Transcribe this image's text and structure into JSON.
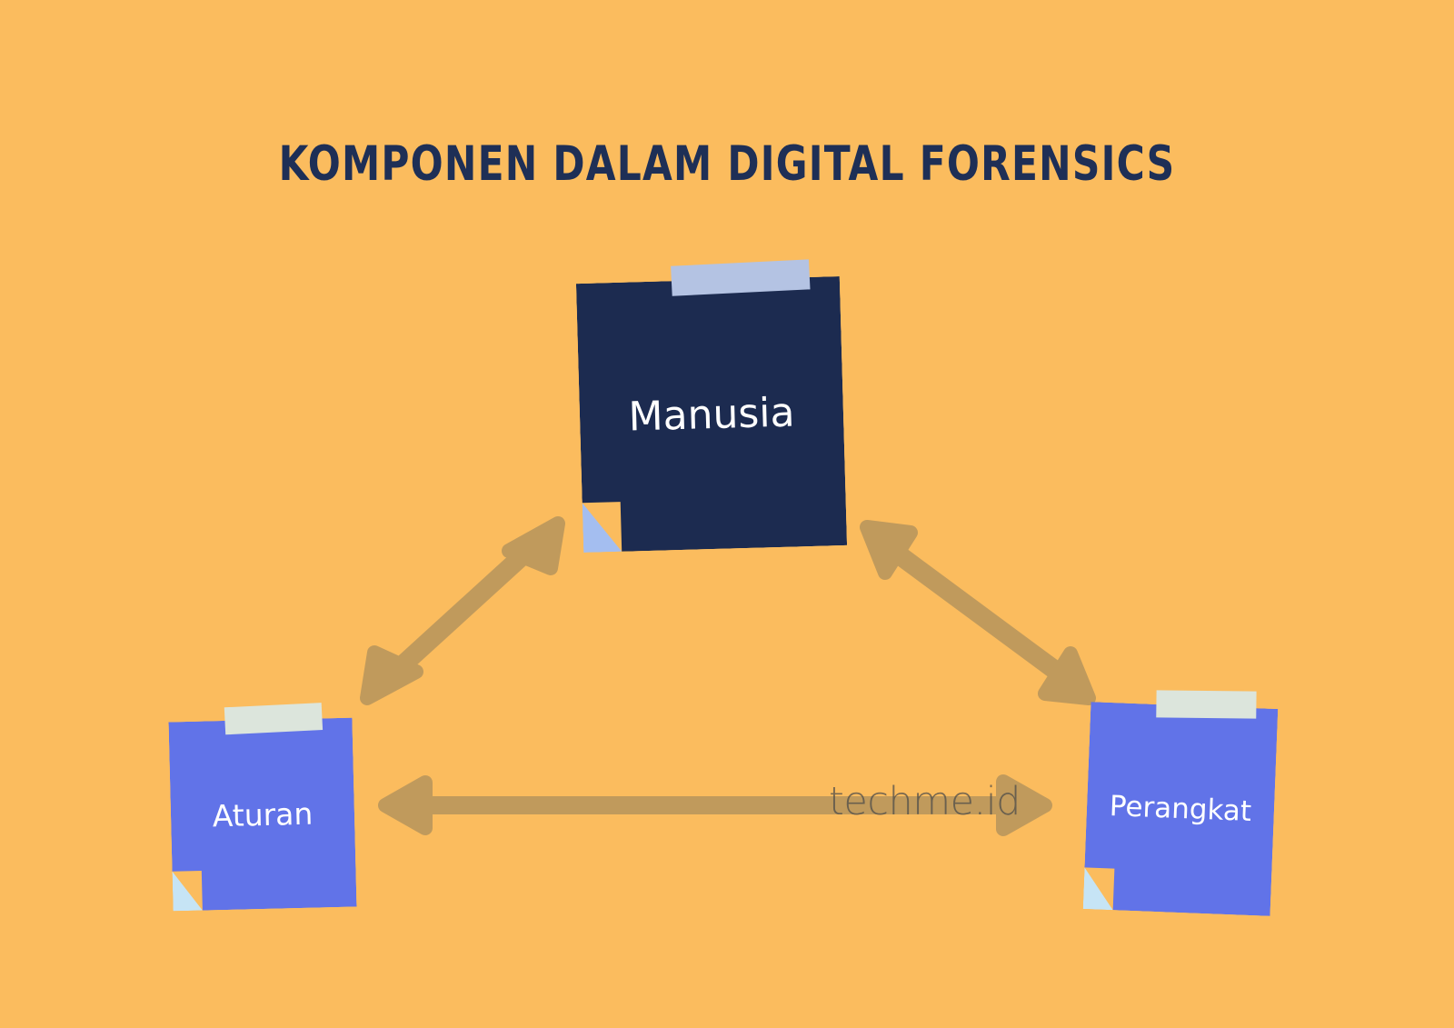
{
  "page": {
    "title": "KOMPONEN DALAM DIGITAL FORENSICS",
    "background_color": "#FBBC5E",
    "title_color": "#1E2F56"
  },
  "watermark": {
    "text": "techme.id"
  },
  "nodes": [
    {
      "id": "manusia",
      "label": "Manusia",
      "card_color": "#1C2B50",
      "text_color": "#FFFFFF",
      "tape_color": "#B4C3E3",
      "fold_color": "#A4BEF0"
    },
    {
      "id": "aturan",
      "label": "Aturan",
      "card_color": "#6173E8",
      "text_color": "#FFFFFF",
      "tape_color": "#DCE5DC",
      "fold_color": "#C6E4F5"
    },
    {
      "id": "perangkat",
      "label": "Perangkat",
      "card_color": "#6173E8",
      "text_color": "#FFFFFF",
      "tape_color": "#DCE5DC",
      "fold_color": "#C6E4F5"
    }
  ],
  "connectors": [
    {
      "id": "manusia-aturan",
      "from": "manusia",
      "to": "aturan",
      "style": "double-arrow",
      "color": "#C09A5C"
    },
    {
      "id": "manusia-perangkat",
      "from": "manusia",
      "to": "perangkat",
      "style": "double-arrow",
      "color": "#C09A5C"
    },
    {
      "id": "aturan-perangkat",
      "from": "aturan",
      "to": "perangkat",
      "style": "double-arrow",
      "color": "#C09A5C"
    }
  ],
  "chart_data": {
    "type": "diagram",
    "title": "KOMPONEN DALAM DIGITAL FORENSICS",
    "diagram_kind": "triangle-relationship",
    "nodes": [
      "Manusia",
      "Aturan",
      "Perangkat"
    ],
    "edges": [
      {
        "source": "Manusia",
        "target": "Aturan",
        "direction": "bidirectional"
      },
      {
        "source": "Manusia",
        "target": "Perangkat",
        "direction": "bidirectional"
      },
      {
        "source": "Aturan",
        "target": "Perangkat",
        "direction": "bidirectional"
      }
    ]
  }
}
